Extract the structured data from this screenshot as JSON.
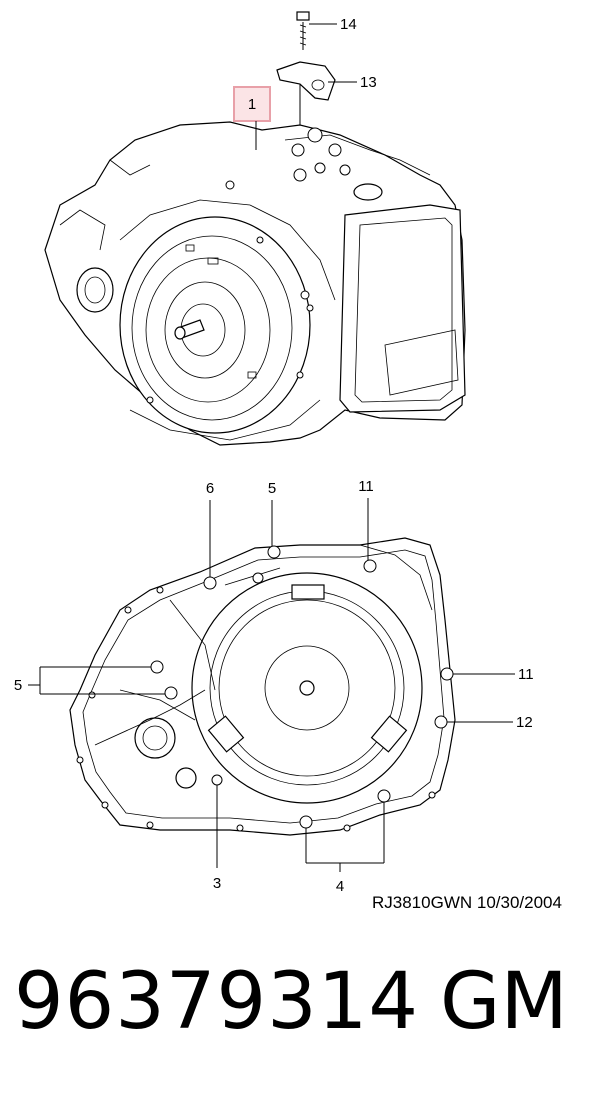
{
  "colors": {
    "highlight_box": "#e8a0a8",
    "highlight_fill": "#fbe4e6",
    "line": "#000000"
  },
  "callouts": {
    "c1": "1",
    "c3": "3",
    "c4": "4",
    "c5a": "5",
    "c5b": "5",
    "c6": "6",
    "c11a": "11",
    "c11b": "11",
    "c12": "12",
    "c13": "13",
    "c14": "14"
  },
  "footer": {
    "ref_code": "RJ3810GWN  10/30/2004",
    "part_number": "96379314",
    "brand": "GM"
  }
}
